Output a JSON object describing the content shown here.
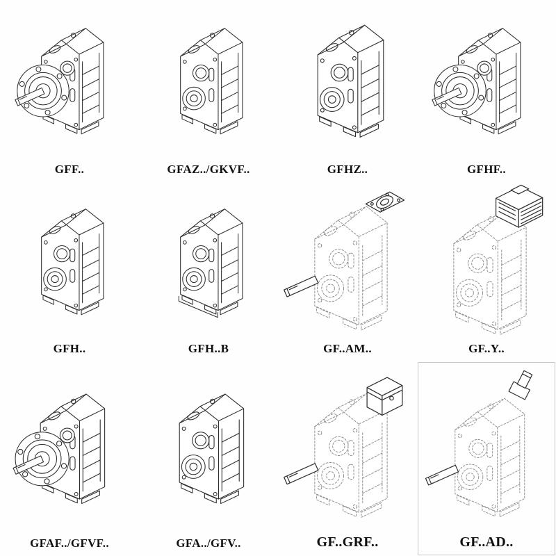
{
  "page": {
    "background": "#fefefe"
  },
  "colors": {
    "line": "#2e2e2e",
    "phantom_line": "#8f8f8f"
  },
  "catalog": {
    "items": [
      {
        "label": "GFF..",
        "drawing": "gearbox-flange-output-drawing"
      },
      {
        "label": "GFAZ../GKVF..",
        "drawing": "gearbox-hollow-shaft-drawing"
      },
      {
        "label": "GFHZ..",
        "drawing": "gearbox-hollow-shaft-drawing"
      },
      {
        "label": "GFHF..",
        "drawing": "gearbox-flange-hollow-drawing"
      },
      {
        "label": "GFH..",
        "drawing": "gearbox-hollow-shaft-drawing"
      },
      {
        "label": "GFH..B",
        "drawing": "gearbox-hollow-shaft-foot-drawing"
      },
      {
        "label": "GF..AM..",
        "drawing": "gearbox-iec-adapter-drawing"
      },
      {
        "label": "GF..Y..",
        "drawing": "gearbox-motor-mounted-drawing"
      },
      {
        "label": "GFAF../GFVF..",
        "drawing": "gearbox-flange-output-drawing"
      },
      {
        "label": "GFA../GFV..",
        "drawing": "gearbox-hollow-shaft-drawing"
      },
      {
        "label": "GF..GRF..",
        "drawing": "gearbox-grf-adapter-drawing"
      },
      {
        "label": "GF..AD..",
        "drawing": "gearbox-ad-input-shaft-drawing"
      }
    ]
  }
}
